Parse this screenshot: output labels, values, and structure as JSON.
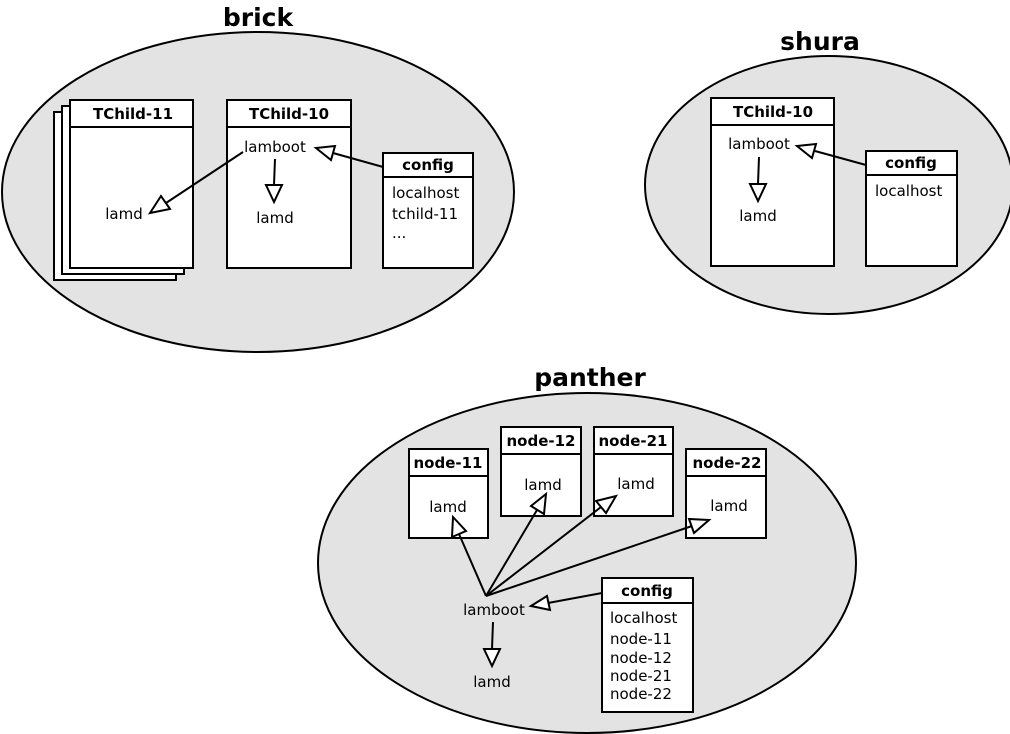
{
  "hosts": {
    "brick": {
      "title": "brick",
      "tchild11": {
        "header": "TChild-11",
        "lamd": "lamd"
      },
      "tchild10": {
        "header": "TChild-10",
        "lamboot": "lamboot",
        "lamd": "lamd"
      },
      "config": {
        "header": "config",
        "lines": [
          "localhost",
          "tchild-11",
          "..."
        ]
      }
    },
    "shura": {
      "title": "shura",
      "tchild10": {
        "header": "TChild-10",
        "lamboot": "lamboot",
        "lamd": "lamd"
      },
      "config": {
        "header": "config",
        "lines": [
          "localhost"
        ]
      }
    },
    "panther": {
      "title": "panther",
      "nodes": [
        {
          "header": "node-11",
          "lamd": "lamd"
        },
        {
          "header": "node-12",
          "lamd": "lamd"
        },
        {
          "header": "node-21",
          "lamd": "lamd"
        },
        {
          "header": "node-22",
          "lamd": "lamd"
        }
      ],
      "lamboot": "lamboot",
      "lamd": "lamd",
      "config": {
        "header": "config",
        "lines": [
          "localhost",
          "node-11",
          "node-12",
          "node-21",
          "node-22"
        ]
      }
    }
  }
}
